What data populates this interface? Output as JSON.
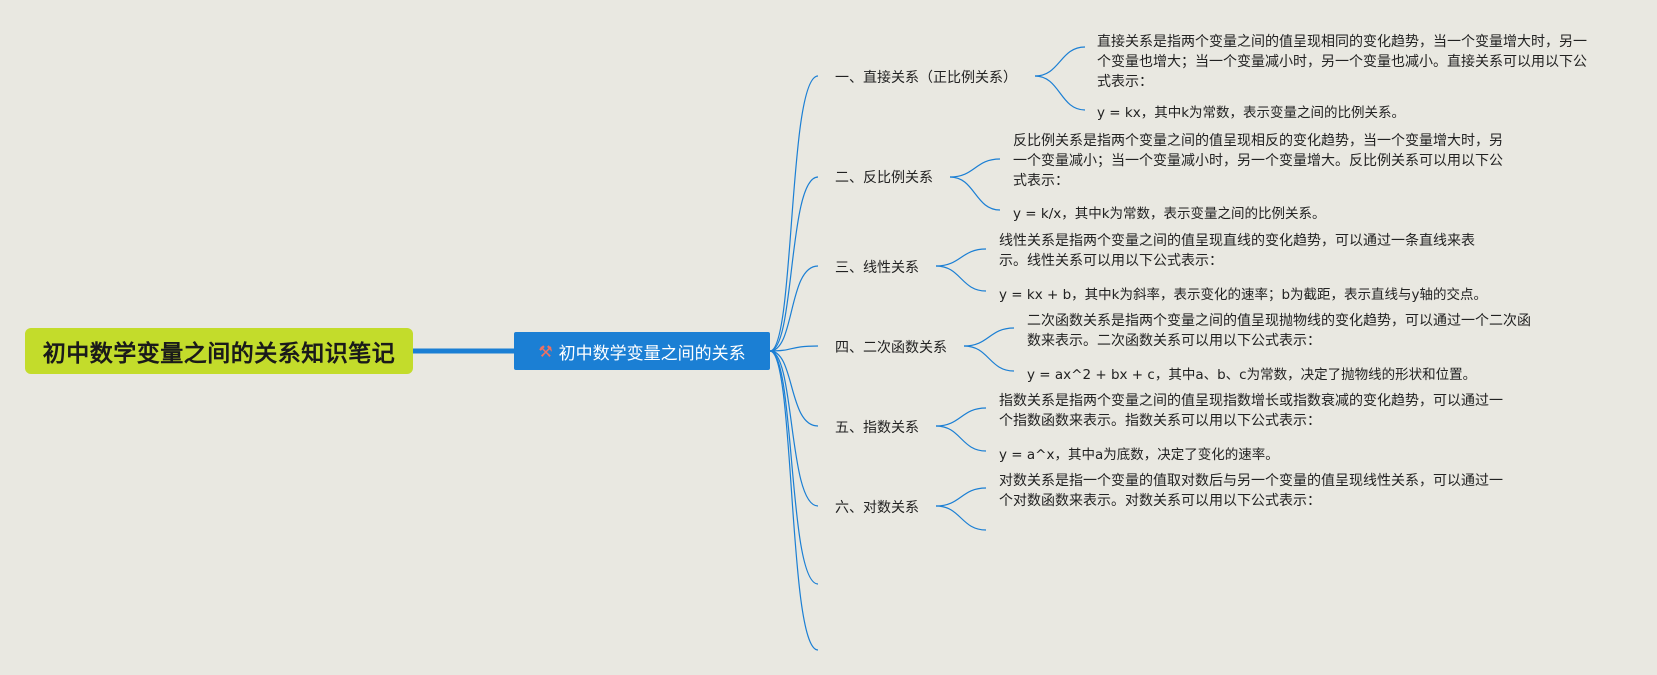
{
  "root": {
    "title": "初中数学变量之间的关系知识笔记"
  },
  "center": {
    "title": "初中数学变量之间的关系",
    "icon": "tools-icon"
  },
  "colors": {
    "root_bg": "#c3dc2b",
    "center_bg": "#1b7fd4",
    "line": "#1b7fd4",
    "bg": "#e9e8e1"
  },
  "branches": [
    {
      "label": "一、直接关系（正比例关系）",
      "description": "直接关系是指两个变量之间的值呈现相同的变化趋势，当一个变量增大时，另一个变量也增大；当一个变量减小时，另一个变量也减小。直接关系可以用以下公式表示：",
      "formula": "y = kx，其中k为常数，表示变量之间的比例关系。"
    },
    {
      "label": "二、反比例关系",
      "description": "反比例关系是指两个变量之间的值呈现相反的变化趋势，当一个变量增大时，另一个变量减小；当一个变量减小时，另一个变量增大。反比例关系可以用以下公式表示：",
      "formula": "y = k/x，其中k为常数，表示变量之间的比例关系。"
    },
    {
      "label": "三、线性关系",
      "description": "线性关系是指两个变量之间的值呈现直线的变化趋势，可以通过一条直线来表示。线性关系可以用以下公式表示：",
      "formula": "y = kx + b，其中k为斜率，表示变化的速率；b为截距，表示直线与y轴的交点。"
    },
    {
      "label": "四、二次函数关系",
      "description": "二次函数关系是指两个变量之间的值呈现抛物线的变化趋势，可以通过一个二次函数来表示。二次函数关系可以用以下公式表示：",
      "formula": "y = ax^2 + bx + c，其中a、b、c为常数，决定了抛物线的形状和位置。"
    },
    {
      "label": "五、指数关系",
      "description": "指数关系是指两个变量之间的值呈现指数增长或指数衰减的变化趋势，可以通过一个指数函数来表示。指数关系可以用以下公式表示：",
      "formula": "y = a^x，其中a为底数，决定了变化的速率。"
    },
    {
      "label": "六、对数关系",
      "description": "对数关系是指一个变量的值取对数后与另一个变量的值呈现线性关系，可以通过一个对数函数来表示。对数关系可以用以下公式表示：",
      "formula": ""
    }
  ]
}
